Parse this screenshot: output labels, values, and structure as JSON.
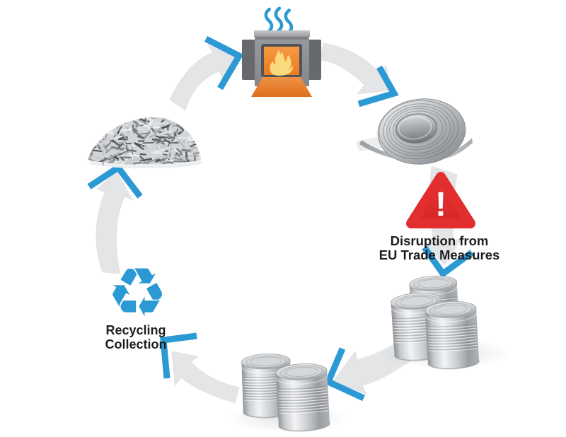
{
  "diagram": {
    "type": "cycle",
    "stages": [
      "scrap-metal-icon",
      "furnace-icon",
      "steel-coil-icon",
      "warning-icon",
      "canned-goods-icon",
      "canned-goods-icon",
      "recycling-icon"
    ]
  },
  "labels": {
    "disruption": {
      "line1": "Disruption from",
      "line2": "EU Trade Measures"
    },
    "recycling": {
      "line1": "Recycling",
      "line2": "Collection"
    }
  },
  "icons": {
    "recycle_glyph": "♻",
    "warning_exclamation": "!"
  },
  "colors": {
    "accent_blue": "#2b9ad4",
    "alert_red": "#e22e2e",
    "arrow_gray": "#e4e5e7",
    "text_dark": "#1d1d1f",
    "fire_orange": "#ef7d21",
    "flame_yellow": "#fbda7e",
    "metal_silver": "#c9ccd0"
  }
}
